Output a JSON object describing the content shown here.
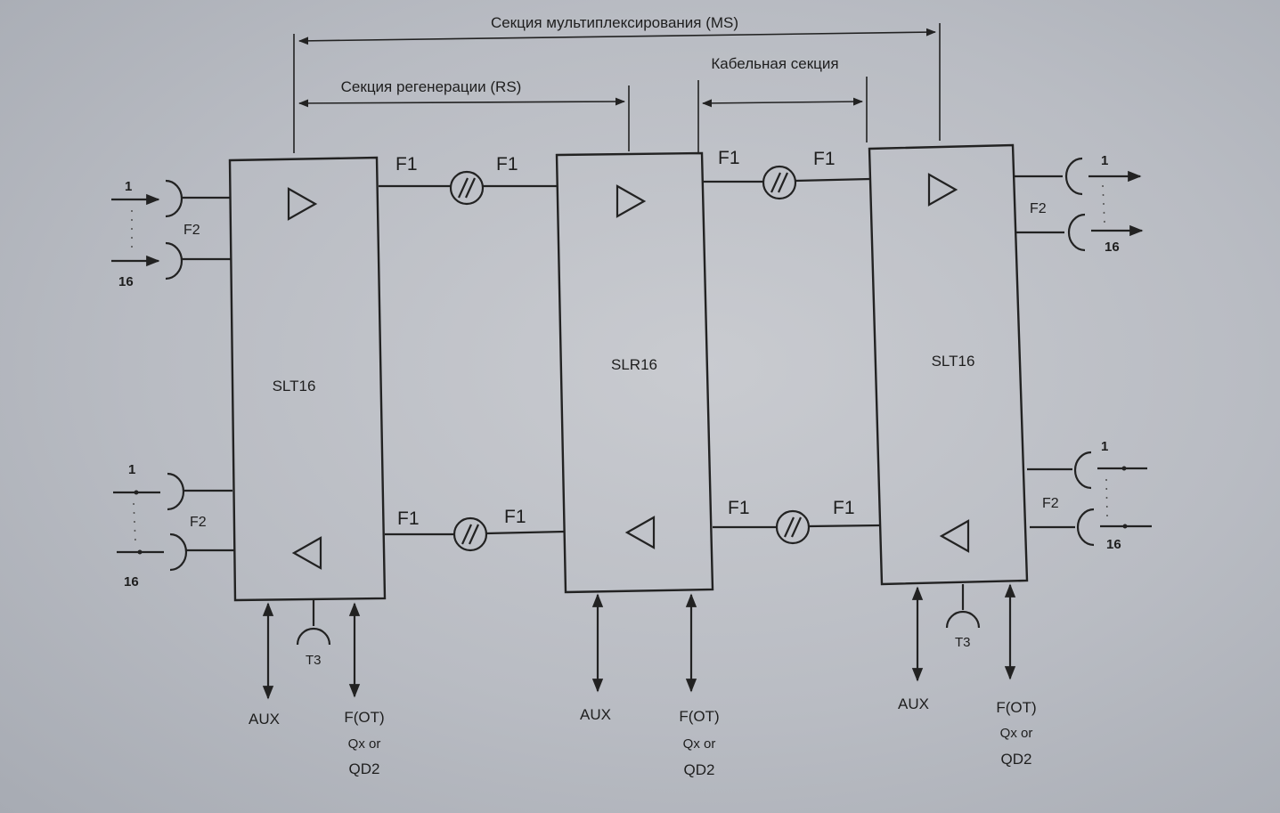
{
  "sections": {
    "multiplex": "Секция мультиплексирования (MS)",
    "regeneration": "Секция регенерации (RS)",
    "cable": "Кабельная секция"
  },
  "blocks": {
    "left": "SLT16",
    "middle": "SLR16",
    "right": "SLT16"
  },
  "links": {
    "f1": "F1"
  },
  "ports": {
    "f2": "F2",
    "first": "1",
    "last": "16"
  },
  "io": {
    "aux": "AUX",
    "t3": "T3",
    "fot": "F(OT)",
    "qx": "Qx or",
    "qd2": "QD2"
  },
  "colors": {
    "ink": "#222222",
    "paper": "#c4c6cb"
  }
}
